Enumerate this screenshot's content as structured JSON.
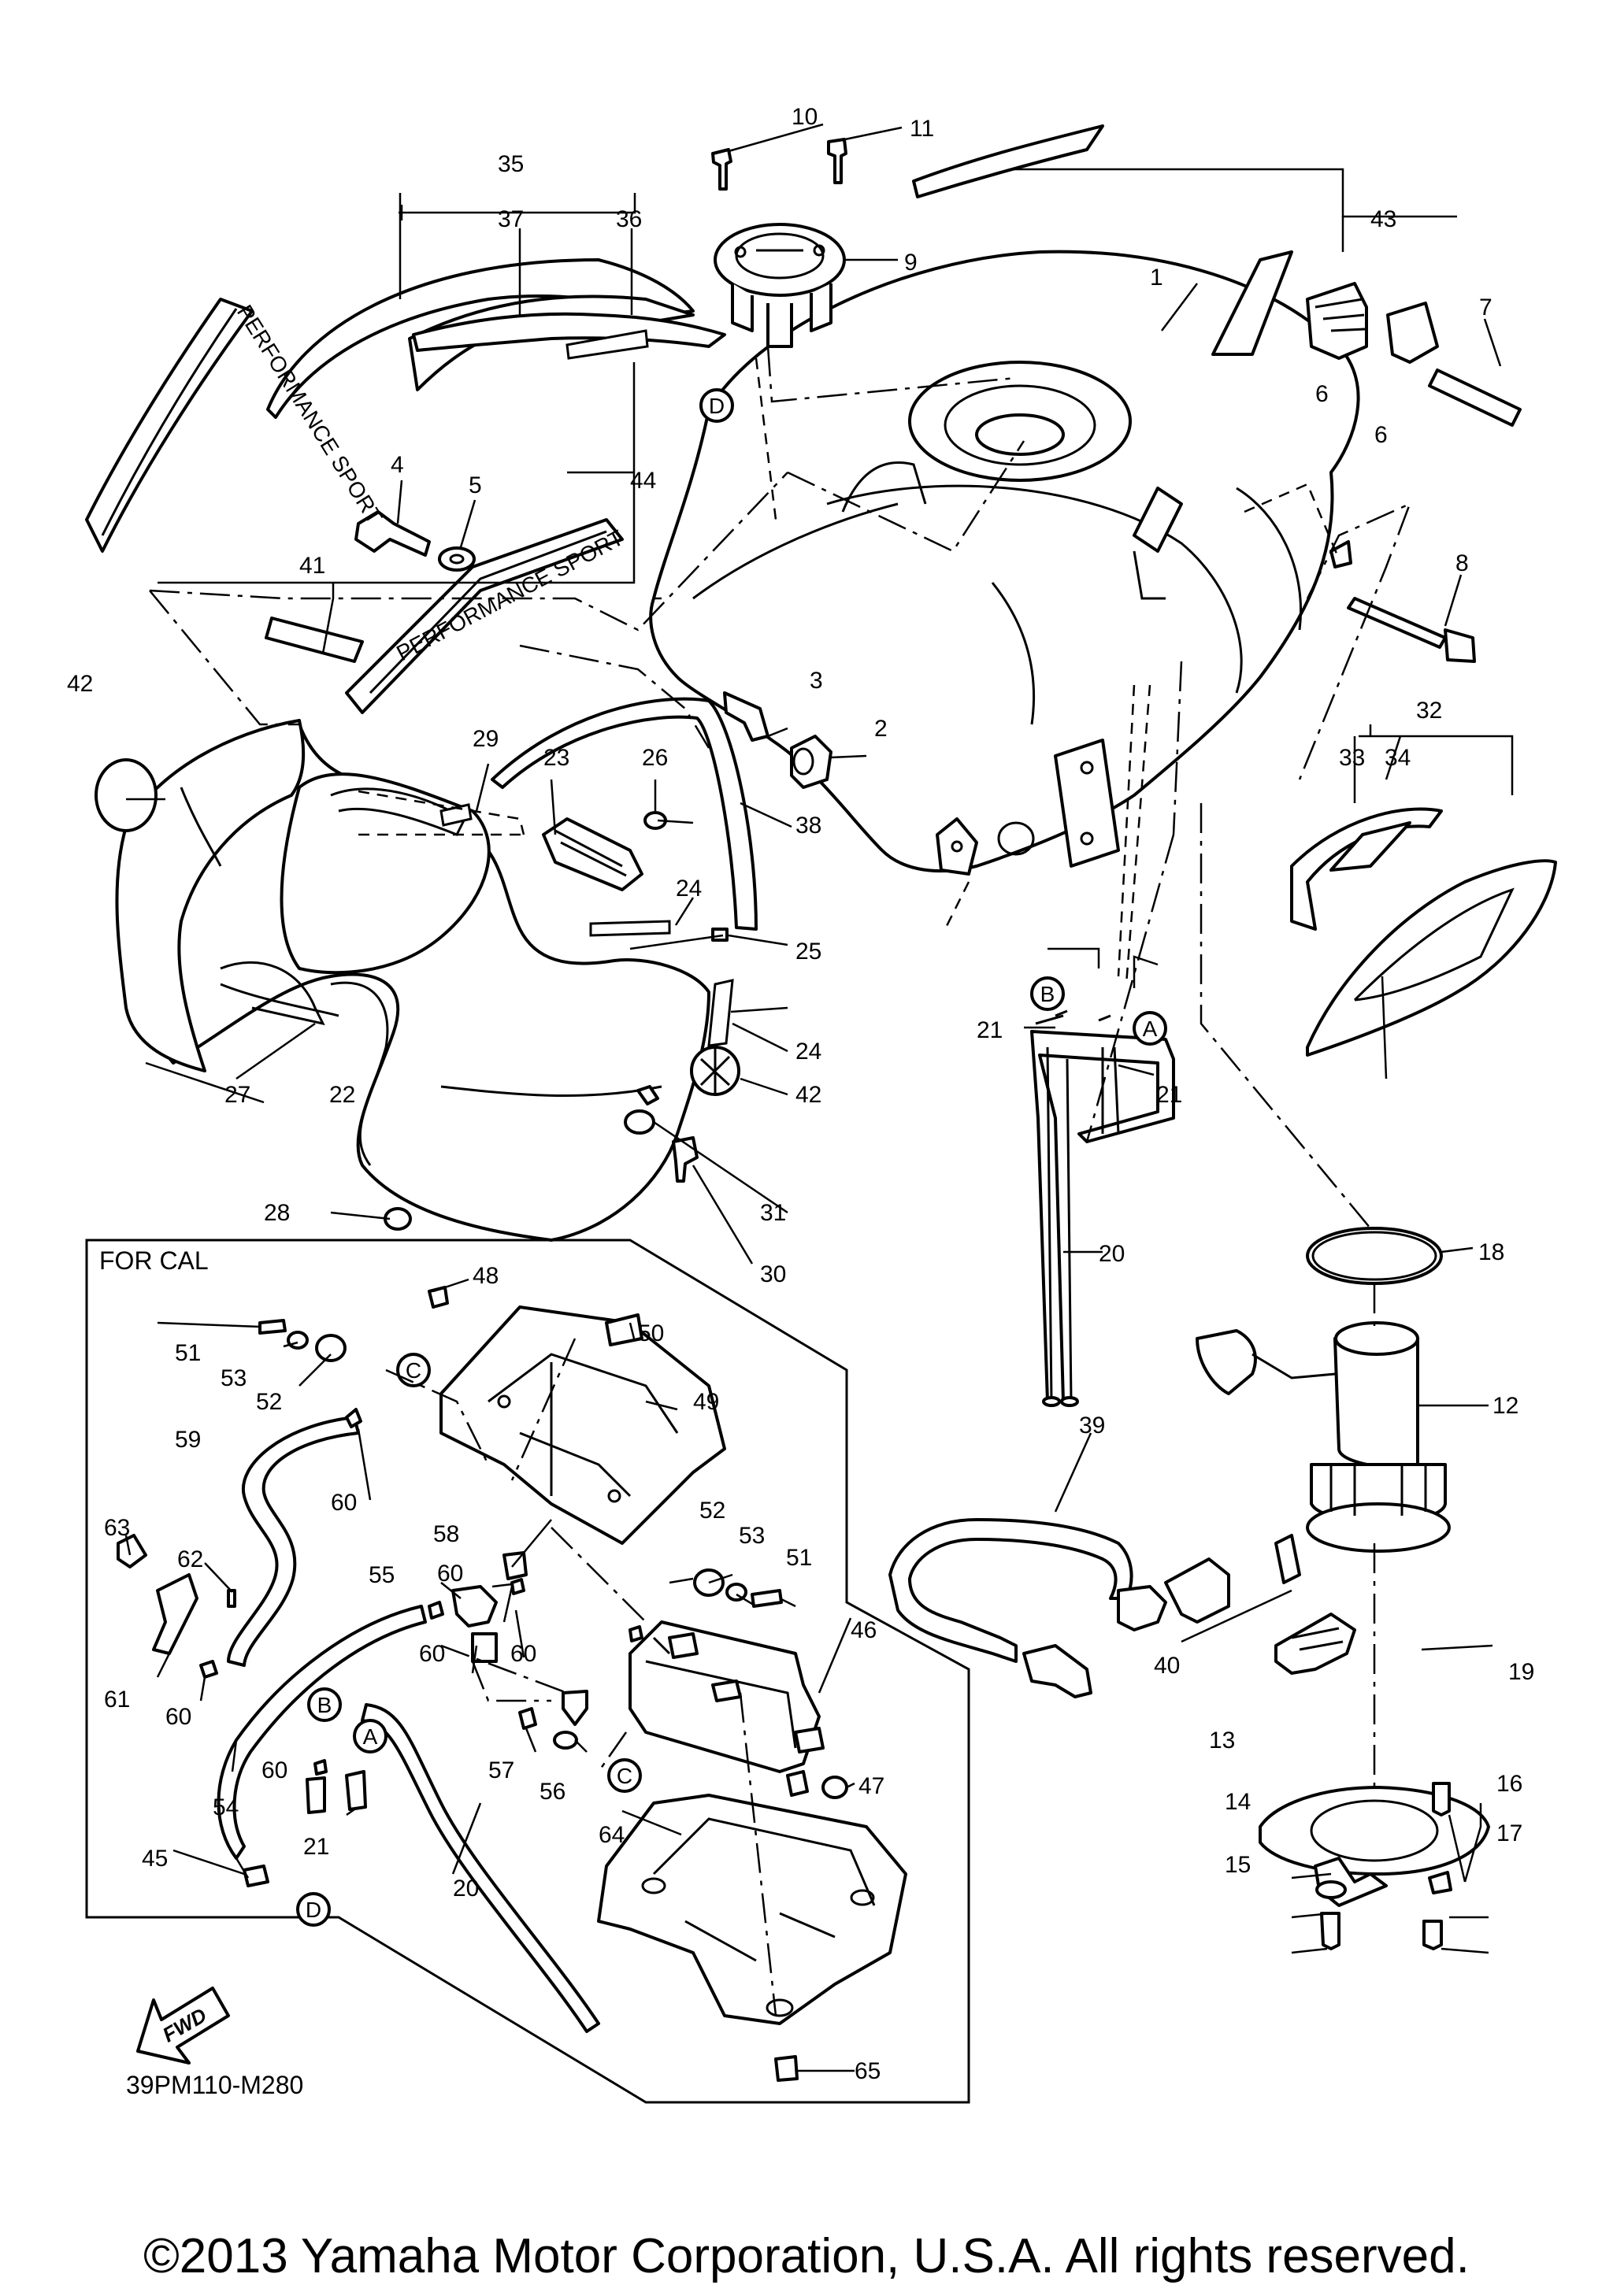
{
  "diagram": {
    "diagram_code": "39PM110-M280",
    "section_label": "FOR CAL",
    "fwd_label": "FWD",
    "copyright": "©2013 Yamaha Motor Corporation, U.S.A. All rights reserved.",
    "decal_text": "PERFORMANCE SPORT",
    "connection_letters": [
      "A",
      "B",
      "C",
      "D"
    ],
    "callouts": [
      "1",
      "2",
      "3",
      "4",
      "5",
      "6",
      "6",
      "7",
      "8",
      "9",
      "10",
      "11",
      "12",
      "13",
      "14",
      "15",
      "16",
      "17",
      "18",
      "19",
      "20",
      "20",
      "21",
      "21",
      "21",
      "22",
      "23",
      "24",
      "24",
      "25",
      "26",
      "27",
      "28",
      "29",
      "30",
      "31",
      "32",
      "33",
      "34",
      "35",
      "36",
      "37",
      "38",
      "39",
      "40",
      "41",
      "42",
      "42",
      "43",
      "44",
      "45",
      "46",
      "47",
      "48",
      "49",
      "50",
      "51",
      "51",
      "52",
      "52",
      "53",
      "53",
      "54",
      "55",
      "56",
      "57",
      "58",
      "59",
      "60",
      "60",
      "60",
      "60",
      "60",
      "60",
      "61",
      "62",
      "63",
      "64",
      "65"
    ]
  },
  "colors": {
    "line": "#000000",
    "background": "#ffffff"
  }
}
